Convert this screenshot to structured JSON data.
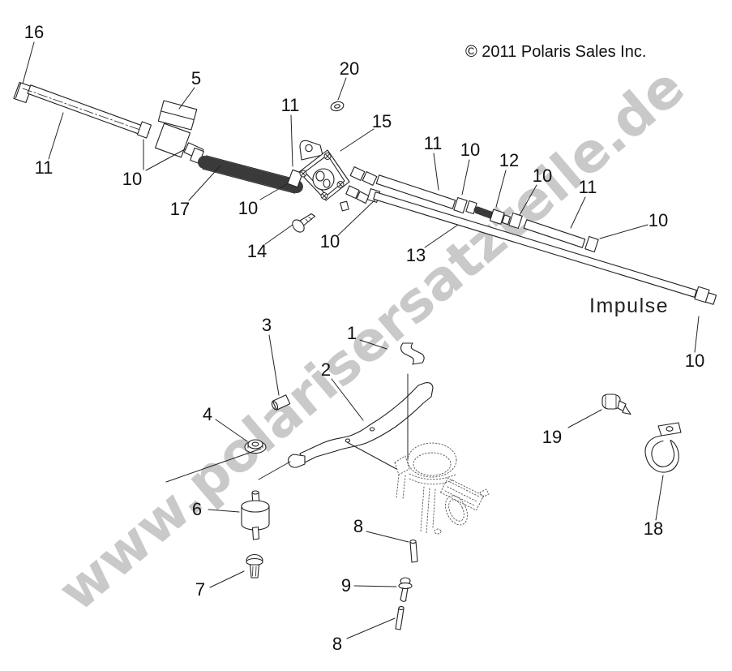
{
  "copyright": "© 2011 Polaris Sales Inc.",
  "watermark": "www.polarisersatzteile.de",
  "labels": {
    "impulse": "Impulse"
  },
  "callouts": [
    {
      "n": "16"
    },
    {
      "n": "5"
    },
    {
      "n": "20"
    },
    {
      "n": "11"
    },
    {
      "n": "15"
    },
    {
      "n": "11"
    },
    {
      "n": "10"
    },
    {
      "n": "12"
    },
    {
      "n": "10"
    },
    {
      "n": "11"
    },
    {
      "n": "10"
    },
    {
      "n": "11"
    },
    {
      "n": "10"
    },
    {
      "n": "17"
    },
    {
      "n": "10"
    },
    {
      "n": "14"
    },
    {
      "n": "10"
    },
    {
      "n": "13"
    },
    {
      "n": "10"
    },
    {
      "n": "3"
    },
    {
      "n": "1"
    },
    {
      "n": "2"
    },
    {
      "n": "4"
    },
    {
      "n": "19"
    },
    {
      "n": "18"
    },
    {
      "n": "6"
    },
    {
      "n": "8"
    },
    {
      "n": "7"
    },
    {
      "n": "9"
    },
    {
      "n": "8"
    }
  ]
}
